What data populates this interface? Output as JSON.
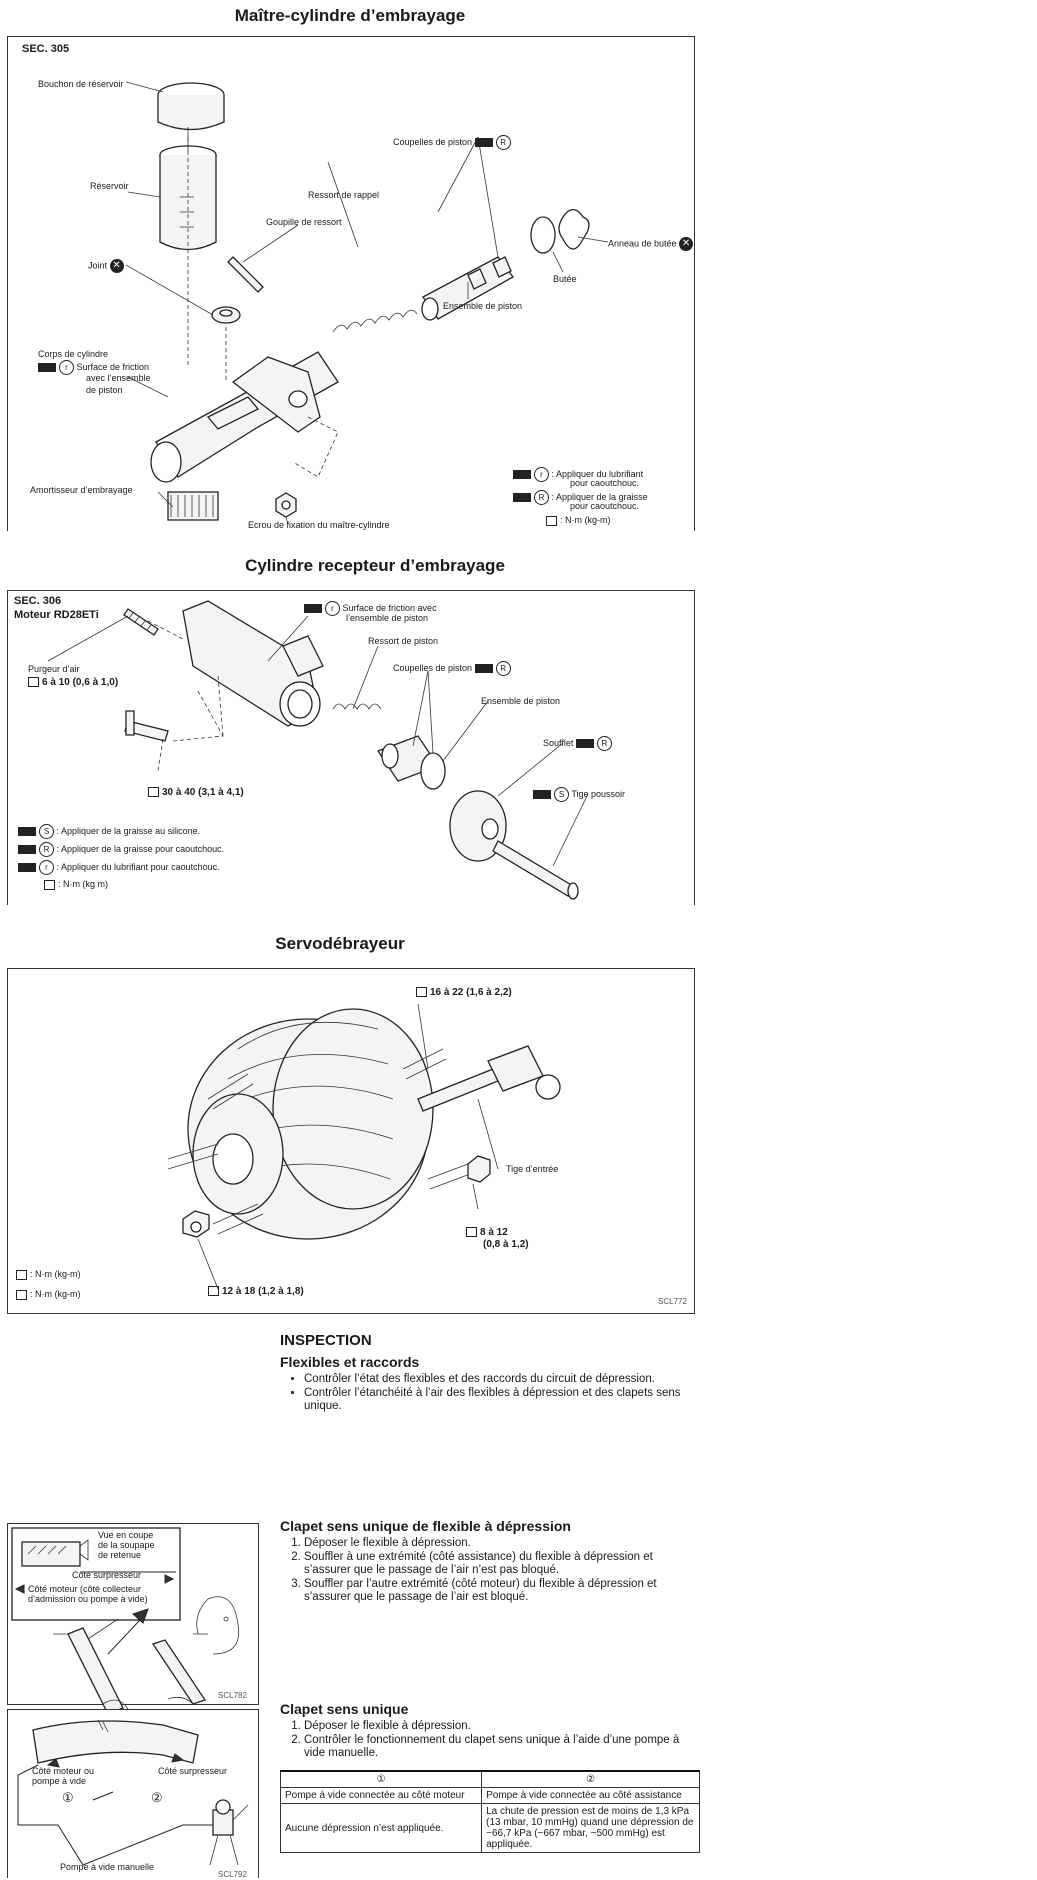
{
  "fig1": {
    "title": "Maître-cylindre d’embrayage",
    "sec": "SEC. 305",
    "labels": {
      "bouchon": "Bouchon de réservoir",
      "reservoir": "Réservoir",
      "coupelles": "Coupelles de piston",
      "coupelles_sym": "R",
      "ressort_rappel": "Ressort de rappel",
      "goupille": "Goupille de ressort",
      "joint": "Joint",
      "anneau": "Anneau de butée",
      "butee": "Butée",
      "ensemble": "Ensemble de piston",
      "corps": "Corps de cylindre",
      "surface_1": "Surface de friction",
      "surface_2": "avec l’ensemble",
      "surface_3": "de piston",
      "surface_sym": "r",
      "amortisseur": "Amortisseur d’embrayage",
      "ecrou": "Ecrou de fixation du maître-cylindre"
    },
    "legend": {
      "r_sym": "r",
      "r_1": ": Appliquer du lubrifiant",
      "r_2": "pour caoutchouc.",
      "R_sym": "R",
      "R_1": ": Appliquer de la graisse",
      "R_2": "pour caoutchouc.",
      "nm": ": N·m (kg-m)"
    }
  },
  "fig2": {
    "title": "Cylindre recepteur d’embrayage",
    "sec": "SEC. 306",
    "moteur": "Moteur RD28ETi",
    "labels": {
      "surface_1": "Surface de friction avec",
      "surface_2": "l’ensemble de piston",
      "surface_sym": "r",
      "ressort": "Ressort de piston",
      "coupelles": "Coupelles de piston",
      "coupelles_sym": "R",
      "ensemble": "Ensemble de piston",
      "soufflet": "Soufflet",
      "soufflet_sym": "R",
      "tige": "Tige poussoir",
      "tige_sym": "S",
      "purgeur": "Purgeur d’air",
      "torque1": "6 à 10 (0,6 à 1,0)",
      "torque2": "30 à 40 (3,1 à 4,1)"
    },
    "legend": {
      "S_sym": "S",
      "S": ": Appliquer de la graisse au silicone.",
      "R_sym": "R",
      "R": ": Appliquer de la graisse pour caoutchouc.",
      "r_sym": "r",
      "r": ": Appliquer du lubrifiant pour caoutchouc.",
      "nm": ": N·m (kg m)"
    }
  },
  "fig3": {
    "title": "Servodébrayeur",
    "labels": {
      "torque_top": "16 à 22 (1,6 à 2,2)",
      "tige": "Tige d’entrée",
      "torque_right_1": "8 à 12",
      "torque_right_2": "(0,8 à 1,2)",
      "torque_bottom": "12 à 18 (1,2 à 1,8)",
      "nm1": ": N·m (kg-m)",
      "nm2": ": N·m (kg-m)",
      "code": "SCL772"
    }
  },
  "inspection": {
    "heading": "INSPECTION",
    "sub": "Flexibles et raccords",
    "bullets": [
      "Contrôler l’état des flexibles et des raccords du circuit de dépression.",
      "Contrôler l’étanchéité à l’air des flexibles à dépression et des clapets sens unique."
    ]
  },
  "clapet_flexible": {
    "heading": "Clapet sens unique de flexible à dépression",
    "steps": [
      "Déposer le flexible à dépression.",
      "Souffler à une extrémité (côté assistance) du flexible à dépression et s’assurer que le passage de l’air n’est pas bloqué.",
      "Souffler par l’autre extrémité (côté moteur) du flexible à dépression et s’assurer que le passage de l’air est bloqué."
    ],
    "fig": {
      "vue_1": "Vue en coupe",
      "vue_2": "de la soupape",
      "vue_3": "de retenue",
      "cote_surp": "Côté surpresseur",
      "cote_mot_1": "Côté moteur (côté collecteur",
      "cote_mot_2": "d’admission ou pompe à vide)",
      "code": "SCL782"
    }
  },
  "clapet": {
    "heading": "Clapet sens unique",
    "steps": [
      "Déposer le flexible à dépression.",
      "Contrôler le fonctionnement du clapet sens unique à l’aide d’une pompe à vide manuelle."
    ],
    "fig": {
      "cote_mot_1": "Côté moteur ou",
      "cote_mot_2": "pompe à vide",
      "cote_surp": "Côté surpresseur",
      "n1": "①",
      "n2": "②",
      "pompe": "Pompe à vide manuelle",
      "code": "SCL792"
    },
    "table": {
      "headers": [
        "①",
        "②"
      ],
      "rows": [
        [
          "Pompe à vide connectée au côté moteur",
          "Pompe à vide connectée au côté assistance"
        ],
        [
          "Aucune dépression n’est appliquée.",
          "La chute de pression est de moins de 1,3 kPa (13 mbar, 10 mmHg) quand une dépression de −66,7 kPa (−667 mbar, −500 mmHg) est appliquée."
        ]
      ]
    }
  }
}
